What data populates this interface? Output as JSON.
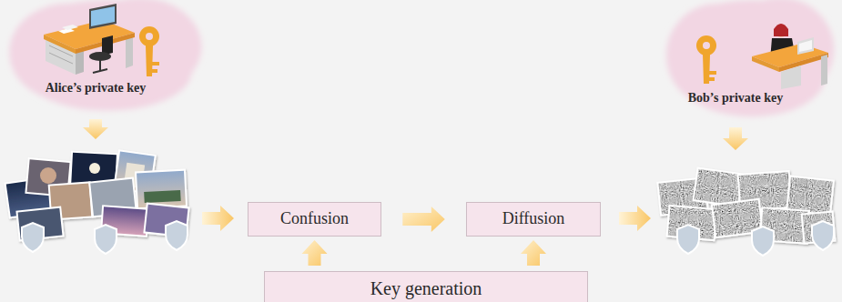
{
  "diagram": {
    "nodes": [
      {
        "text": [
          "Alice’s private key"
        ]
      },
      {
        "text": [
          "Bob’s private key"
        ]
      },
      {
        "text": [
          "Confusion"
        ]
      },
      {
        "text": [
          "Diffusion"
        ]
      },
      {
        "text": [
          "Key generation"
        ]
      }
    ],
    "edges": [
      {
        "from": 2,
        "to": 3,
        "arrow": "to"
      },
      {
        "from": 4,
        "to": 2,
        "arrow": "to"
      },
      {
        "from": 4,
        "to": 3,
        "arrow": "to"
      }
    ]
  }
}
